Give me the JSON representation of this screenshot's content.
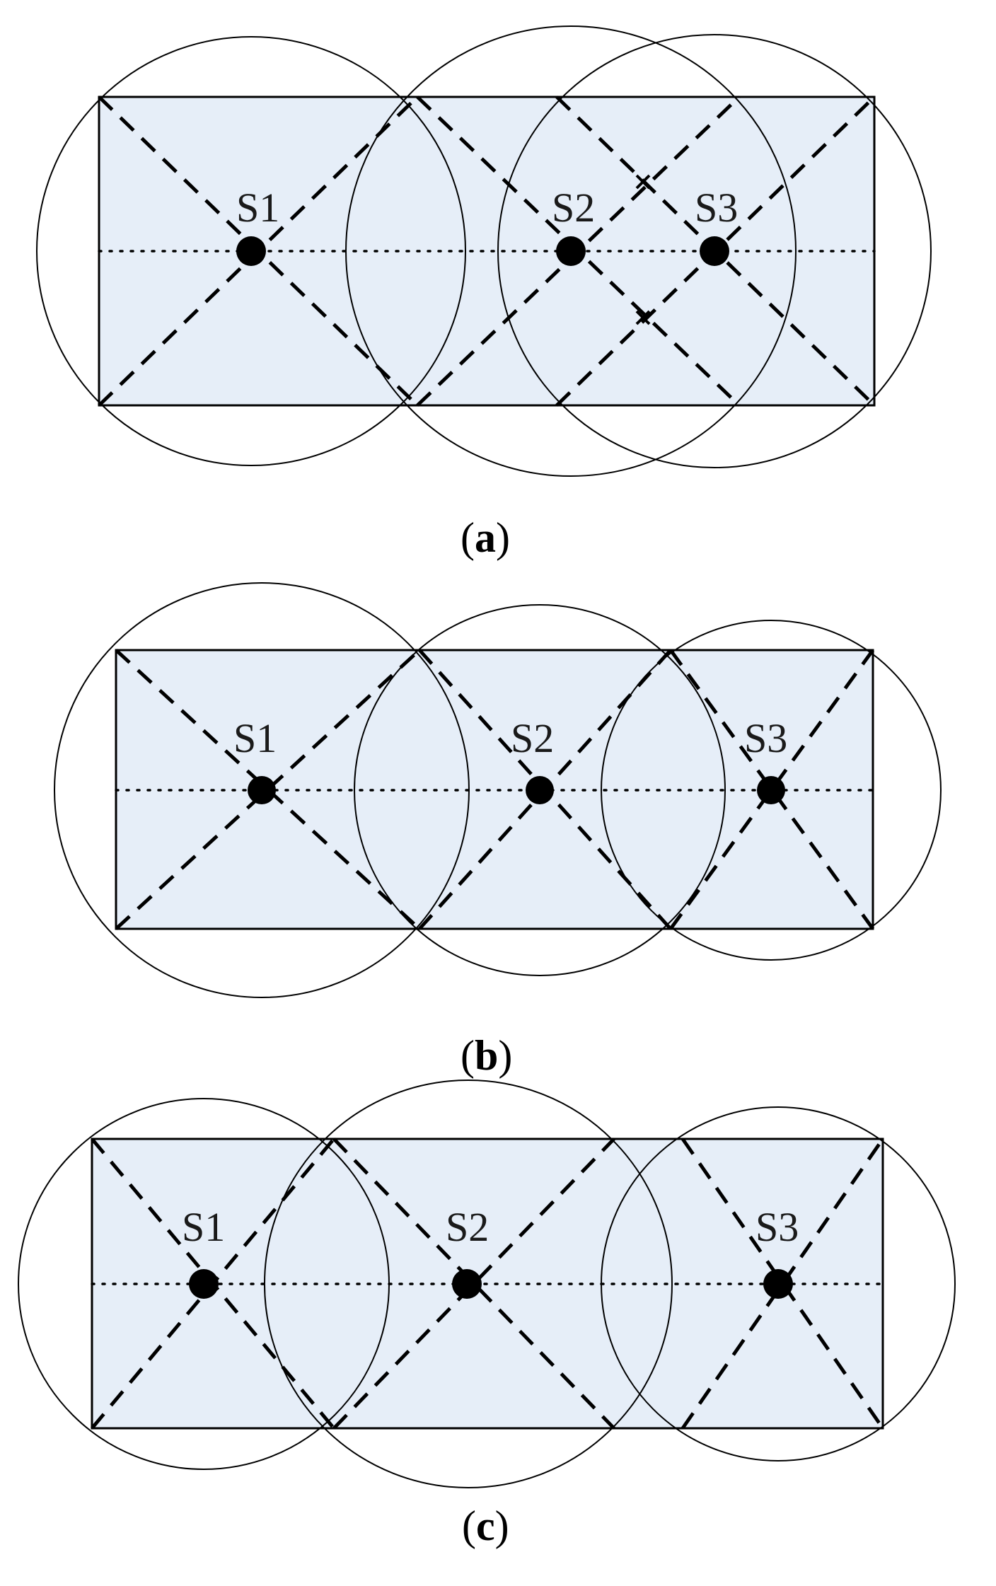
{
  "panels": [
    {
      "id": "a",
      "caption": {
        "open": "(",
        "letter": "a",
        "close": ")"
      },
      "sensors": [
        {
          "label": "S1"
        },
        {
          "label": "S2"
        },
        {
          "label": "S3"
        }
      ]
    },
    {
      "id": "b",
      "caption": {
        "open": "(",
        "letter": "b",
        "close": ")"
      },
      "sensors": [
        {
          "label": "S1"
        },
        {
          "label": "S2"
        },
        {
          "label": "S3"
        }
      ]
    },
    {
      "id": "c",
      "caption": {
        "open": "(",
        "letter": "c",
        "close": ")"
      },
      "sensors": [
        {
          "label": "S1"
        },
        {
          "label": "S2"
        },
        {
          "label": "S3"
        }
      ]
    }
  ],
  "colors": {
    "region_fill": "#e6eef8",
    "stroke": "#000000"
  }
}
